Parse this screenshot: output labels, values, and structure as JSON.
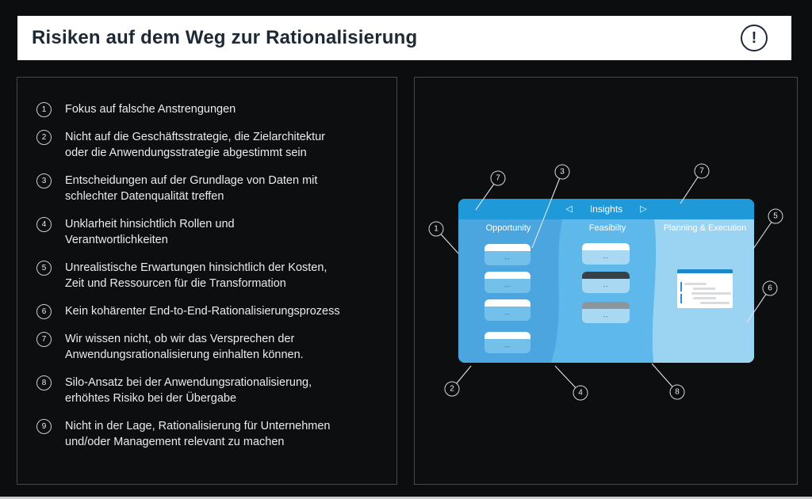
{
  "header": {
    "title": "Risiken auf dem Weg zur Rationalisierung",
    "alert_glyph": "!"
  },
  "risks": [
    {
      "num": "1",
      "text": "Fokus auf falsche Anstrengungen"
    },
    {
      "num": "2",
      "text": "Nicht auf die Geschäftsstrategie, die Zielarchitektur\noder die Anwendungsstrategie abgestimmt sein"
    },
    {
      "num": "3",
      "text": "Entscheidungen auf der Grundlage von Daten mit\nschlechter Datenqualität treffen"
    },
    {
      "num": "4",
      "text": "Unklarheit hinsichtlich Rollen und\nVerantwortlichkeiten"
    },
    {
      "num": "5",
      "text": "Unrealistische Erwartungen hinsichtlich der Kosten,\nZeit und Ressourcen für die Transformation"
    },
    {
      "num": "6",
      "text": "Kein kohärenter End-to-End-Rationalisierungsprozess"
    },
    {
      "num": "7",
      "text": "Wir wissen nicht, ob wir das Versprechen der\nAnwendungsrationalisierung einhalten können."
    },
    {
      "num": "8",
      "text": "Silo-Ansatz bei der Anwendungsrationalisierung,\nerhöhtes Risiko bei der Übergabe"
    },
    {
      "num": "9",
      "text": "Nicht in der Lage, Rationalisierung für Unternehmen\nund/oder Management relevant zu machen"
    }
  ],
  "diagram": {
    "nav": {
      "label": "Insights",
      "prev_icon": "◁",
      "next_icon": "▷"
    },
    "columns": [
      {
        "title": "Opportunity"
      },
      {
        "title": "Feasibilty"
      },
      {
        "title": "Planning & Execution"
      }
    ],
    "card_placeholder": "--",
    "callouts": [
      {
        "num": "7"
      },
      {
        "num": "3"
      },
      {
        "num": "7"
      },
      {
        "num": "1"
      },
      {
        "num": "5"
      },
      {
        "num": "6"
      },
      {
        "num": "2"
      },
      {
        "num": "4"
      },
      {
        "num": "8"
      }
    ],
    "colors": {
      "topbar": "#1F99D8",
      "column_opportunity": "#4BA6E0",
      "column_feasibility": "#5FB8EA",
      "column_planning": "#9BD4F2",
      "card_header_white": "#FFFFFF",
      "card_header_dark": "#3A4047",
      "card_header_gray": "#8D959C",
      "card_body_opportunity": "#73C0EB",
      "card_body_feasibility": "#A9D8F3",
      "doc_header_blue": "#1C87C9"
    }
  }
}
